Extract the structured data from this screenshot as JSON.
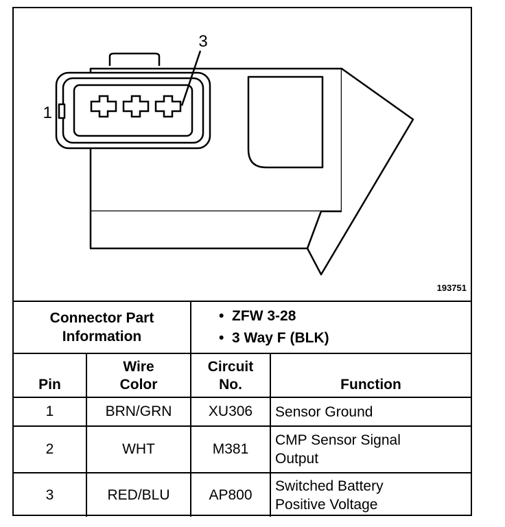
{
  "figure_number": "193751",
  "pin_labels": {
    "top": "3",
    "left": "1"
  },
  "connector_info": {
    "label": "Connector Part Information",
    "items": [
      "ZFW 3-28",
      "3 Way F (BLK)"
    ]
  },
  "columns": [
    "Pin",
    "Wire Color",
    "Circuit No.",
    "Function"
  ],
  "rows": [
    {
      "pin": "1",
      "wire_color": "BRN/GRN",
      "circuit": "XU306",
      "function": "Sensor Ground"
    },
    {
      "pin": "2",
      "wire_color": "WHT",
      "circuit": "M381",
      "function": "CMP Sensor Signal Output"
    },
    {
      "pin": "3",
      "wire_color": "RED/BLU",
      "circuit": "AP800",
      "function": "Switched Battery Positive Voltage"
    }
  ]
}
